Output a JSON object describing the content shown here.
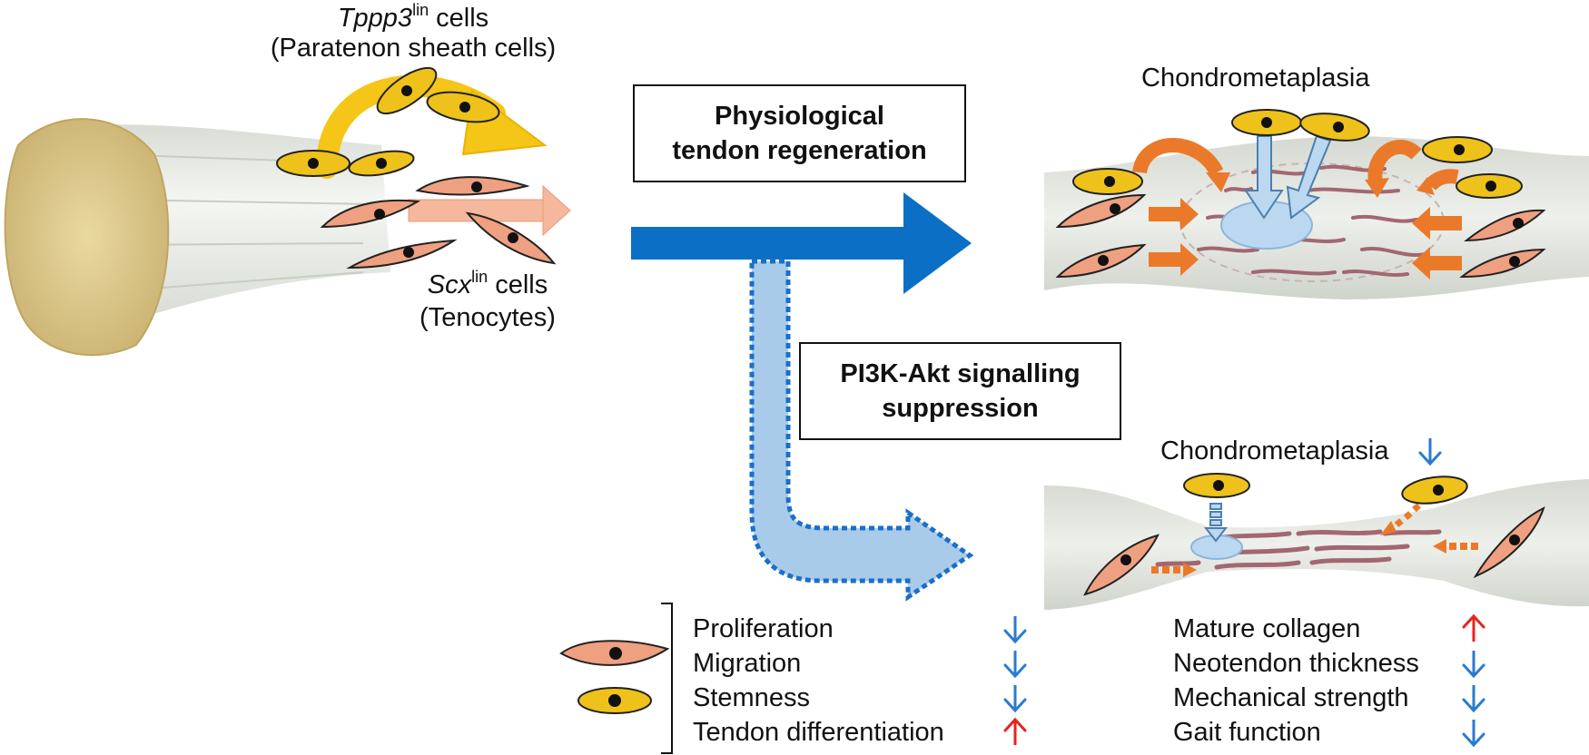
{
  "labels": {
    "tppp3_gene": "Tppp3",
    "tppp3_sup": "lin",
    "tppp3_suffix": " cells",
    "tppp3_desc": "(Paratenon sheath cells)",
    "scx_gene": "Scx",
    "scx_sup": "lin",
    "scx_suffix": " cells",
    "scx_desc": "(Tenocytes)",
    "chondro_top": "Chondrometaplasia",
    "chondro_bottom": "Chondrometaplasia"
  },
  "boxes": {
    "physiological_line1": "Physiological",
    "physiological_line2": "tendon regeneration",
    "pi3k_line1": "PI3K-Akt signalling",
    "pi3k_line2": "suppression"
  },
  "effects_left": [
    {
      "label": "Proliferation",
      "direction": "down"
    },
    {
      "label": "Migration",
      "direction": "down"
    },
    {
      "label": "Stemness",
      "direction": "down"
    },
    {
      "label": "Tendon differentiation",
      "direction": "up"
    }
  ],
  "effects_right": [
    {
      "label": "Mature collagen",
      "direction": "up"
    },
    {
      "label": "Neotendon thickness",
      "direction": "down"
    },
    {
      "label": "Mechanical strength",
      "direction": "down"
    },
    {
      "label": "Gait function",
      "direction": "down"
    }
  ],
  "colors": {
    "main_arrow": "#0B6FC6",
    "suppression_arrow": "#A9CBEA",
    "suppression_border": "#1A6FC9",
    "up_arrow": "#E8231C",
    "down_arrow": "#2A7BD0",
    "paratenon_cell": "#EEC21A",
    "tenocyte_cell": "#EFA080",
    "migration_arrow": "#EA7A2A",
    "cartilage": "#BBD8F0",
    "collagen": "#A26770",
    "tendon": "#E8EBE6",
    "stump": "#E2CF92"
  }
}
